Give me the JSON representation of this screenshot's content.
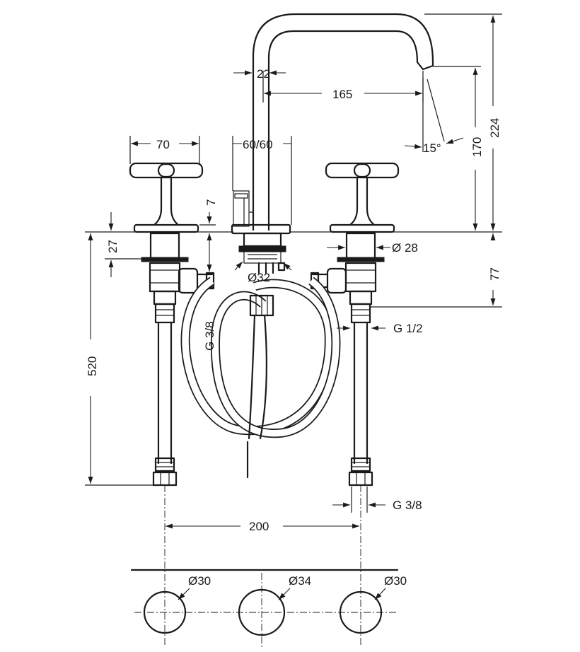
{
  "dimensions": {
    "spout_tube_width": "22",
    "spout_reach": "165",
    "handle_span": "70",
    "spout_base": "60/60",
    "spout_angle": "15°",
    "outlet_height": "170",
    "total_height": "224",
    "handle_rosette_height": "7",
    "shank_offset": "27",
    "shank_diameter": "Ø 28",
    "spout_thread": "Ø32",
    "body_depth": "77",
    "hose_thread_spout": "G 3/8",
    "valve_thread": "G 1/2",
    "hose_length": "520",
    "supply_thread": "G 3/8",
    "valve_spacing": "200",
    "hole_left": "Ø30",
    "hole_center": "Ø34",
    "hole_right": "Ø30"
  },
  "colors": {
    "line": "#1a1a1a",
    "background": "#ffffff"
  }
}
